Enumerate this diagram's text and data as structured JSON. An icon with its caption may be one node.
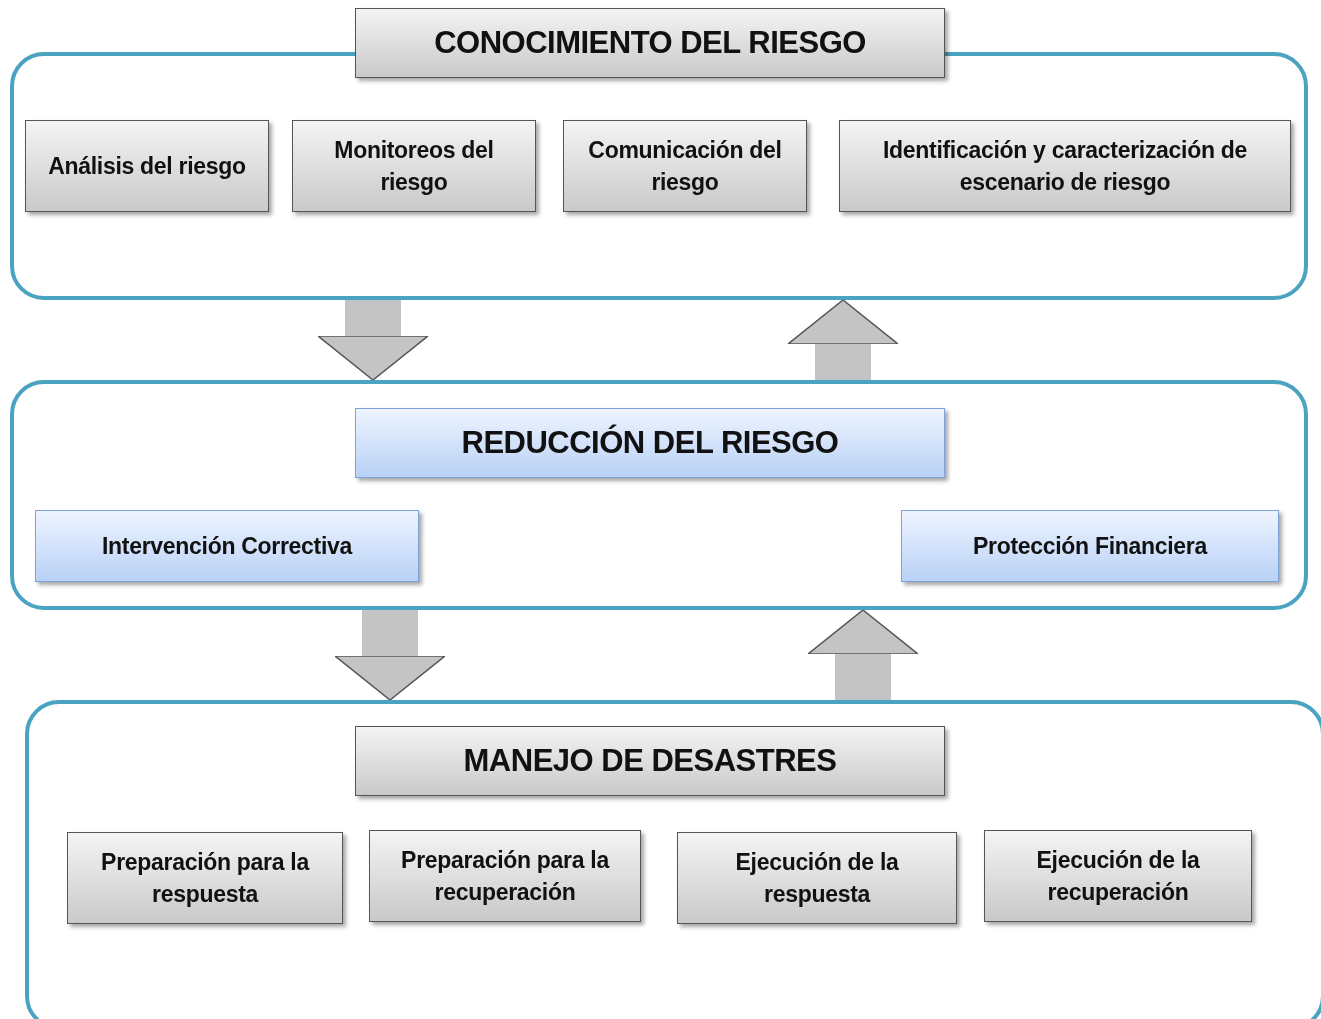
{
  "diagram": {
    "nodes": [
      {
        "text": [],
        "shape": "box"
      },
      {
        "text": [
          "CONOCIMIENTO DEL RIESGO"
        ]
      },
      {
        "text": [
          "Análisis del riesgo"
        ],
        "in": 0
      },
      {
        "text": [
          "Monitoreos del riesgo"
        ],
        "in": 0
      },
      {
        "text": [
          "Comunicación del riesgo"
        ],
        "in": 0
      },
      {
        "text": [
          "Identificación y caracterización de escenario de riesgo"
        ],
        "in": 0
      },
      {
        "text": [],
        "shape": "box"
      },
      {
        "text": [
          "REDUCCIÓN DEL RIESGO"
        ],
        "in": 6
      },
      {
        "text": [
          "Intervención Correctiva"
        ],
        "in": 6
      },
      {
        "text": [
          "Protección Financiera"
        ],
        "in": 6
      },
      {
        "text": [],
        "shape": "box"
      },
      {
        "text": [
          "MANEJO DE DESASTRES"
        ],
        "in": 10
      },
      {
        "text": [
          "Preparación para la respuesta"
        ],
        "in": 10
      },
      {
        "text": [
          "Preparación para la recuperación"
        ],
        "in": 10
      },
      {
        "text": [
          "Ejecución de la respuesta"
        ],
        "in": 10
      },
      {
        "text": [
          "Ejecución de la recuperación"
        ],
        "in": 10
      }
    ],
    "edges": [
      {
        "from": 0,
        "to": 6,
        "arrow": "to"
      },
      {
        "from": 6,
        "to": 0,
        "arrow": "to"
      },
      {
        "from": 6,
        "to": 10,
        "arrow": "to"
      },
      {
        "from": 10,
        "to": 6,
        "arrow": "to"
      }
    ]
  }
}
